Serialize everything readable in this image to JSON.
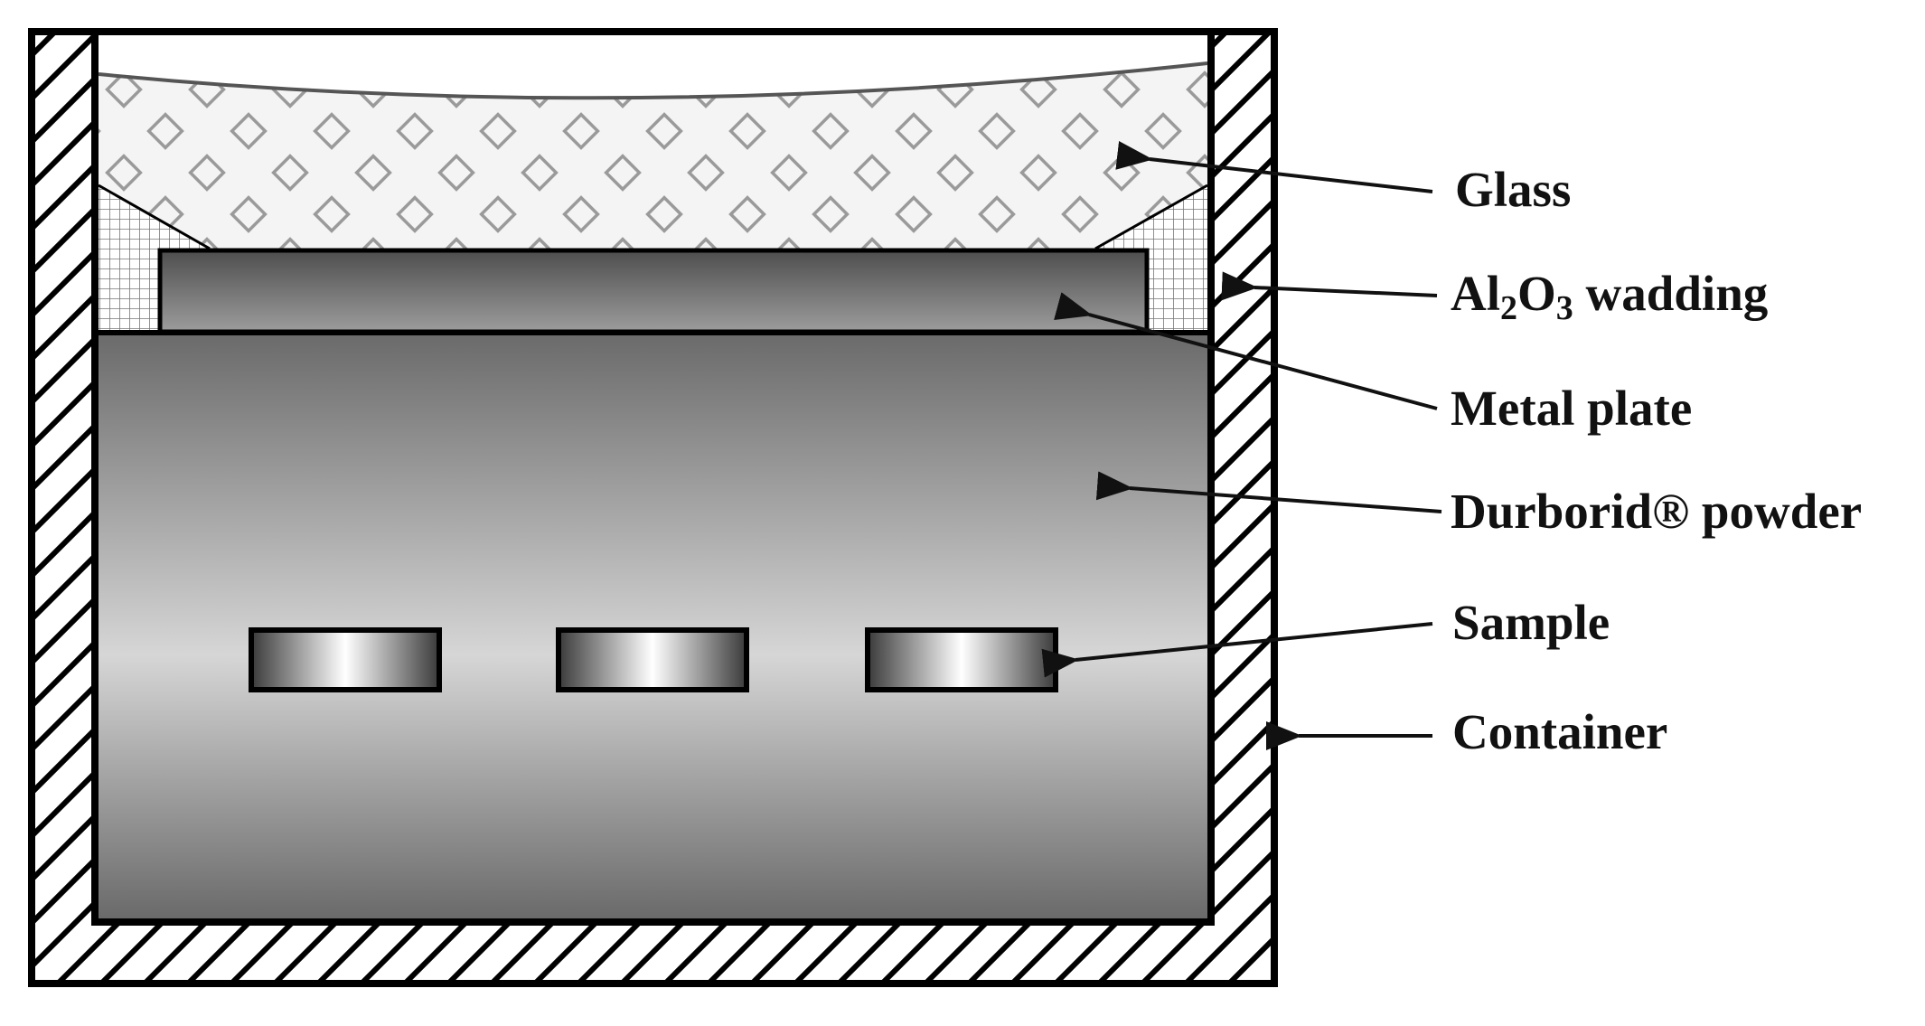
{
  "diagram": {
    "labels": {
      "glass": "Glass",
      "al2o3_prefix": "Al",
      "al2o3_sub1": "2",
      "al2o3_mid": "O",
      "al2o3_sub2": "3",
      "al2o3_suffix": " wadding",
      "metal_plate": "Metal plate",
      "powder": "Durborid® powder",
      "sample": "Sample",
      "container": "Container"
    },
    "sample_count": 3,
    "colors": {
      "outline": "#000000",
      "glass_fill": "#f4f4f4",
      "powder_dark": "#6a6a6a",
      "powder_light": "#d6d6d6",
      "plate_dark": "#4e4e4e",
      "plate_light": "#9c9c9c",
      "sample_center": "#ffffff",
      "sample_edge": "#3a3a3a"
    }
  }
}
